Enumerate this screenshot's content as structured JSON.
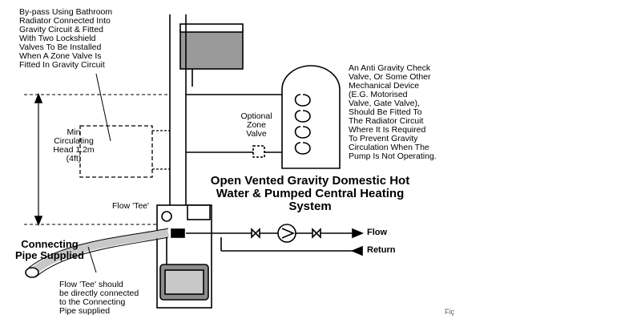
{
  "labels": {
    "bypass_note": "By-pass Using Bathroom\nRadiator Connected Into\nGravity Circuit & Fitted\nWith Two Lockshield\nValves To Be Installed\nWhen A Zone Valve Is\nFitted In Gravity Circuit",
    "anti_gravity_note": "An Anti Gravity Check\nValve, Or Some Other\nMechanical Device\n(E.G. Motorised\nValve, Gate Valve),\nShould Be Fitted To\nThe Radiator Circuit\nWhere It Is Required\nTo Prevent Gravity\nCirculation When The\nPump Is Not Operating.",
    "min_head": "Min\nCirculating\nHead 1.2m\n(4ft)",
    "optional_zone_valve": "Optional\nZone\nValve",
    "diagram_title": "Open Vented Gravity Domestic\nHot Water & Pumped Central\nHeating System",
    "flow_tee": "Flow 'Tee'",
    "connecting_pipe": "Connecting\nPipe Supplied",
    "flow_tee_note": "Flow 'Tee' should\nbe directly connected\nto the Connecting\nPipe supplied",
    "flow": "Flow",
    "return": "Return",
    "fig_label": "Fiç"
  },
  "colors": {
    "ink": "#000000",
    "tank_fill": "#9a9a9a",
    "pipe_fill": "#c8c8c8",
    "boiler_fill": "#8c8c8c"
  }
}
